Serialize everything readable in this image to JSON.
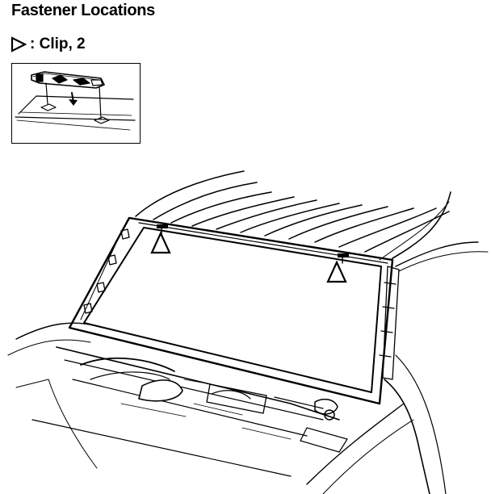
{
  "header": {
    "title": "Fastener Locations"
  },
  "legend": {
    "symbol_icon": "hollow-triangle-pointer-icon",
    "label": ": Clip, 2"
  },
  "figure": {
    "inset_icon": "clip-detail-icon",
    "main_icon": "windshield-fastener-diagram-icon",
    "clip_marker_icon": "triangle-clip-marker-icon",
    "clip_count": 2
  },
  "colors": {
    "line": "#000000",
    "background": "#ffffff"
  }
}
